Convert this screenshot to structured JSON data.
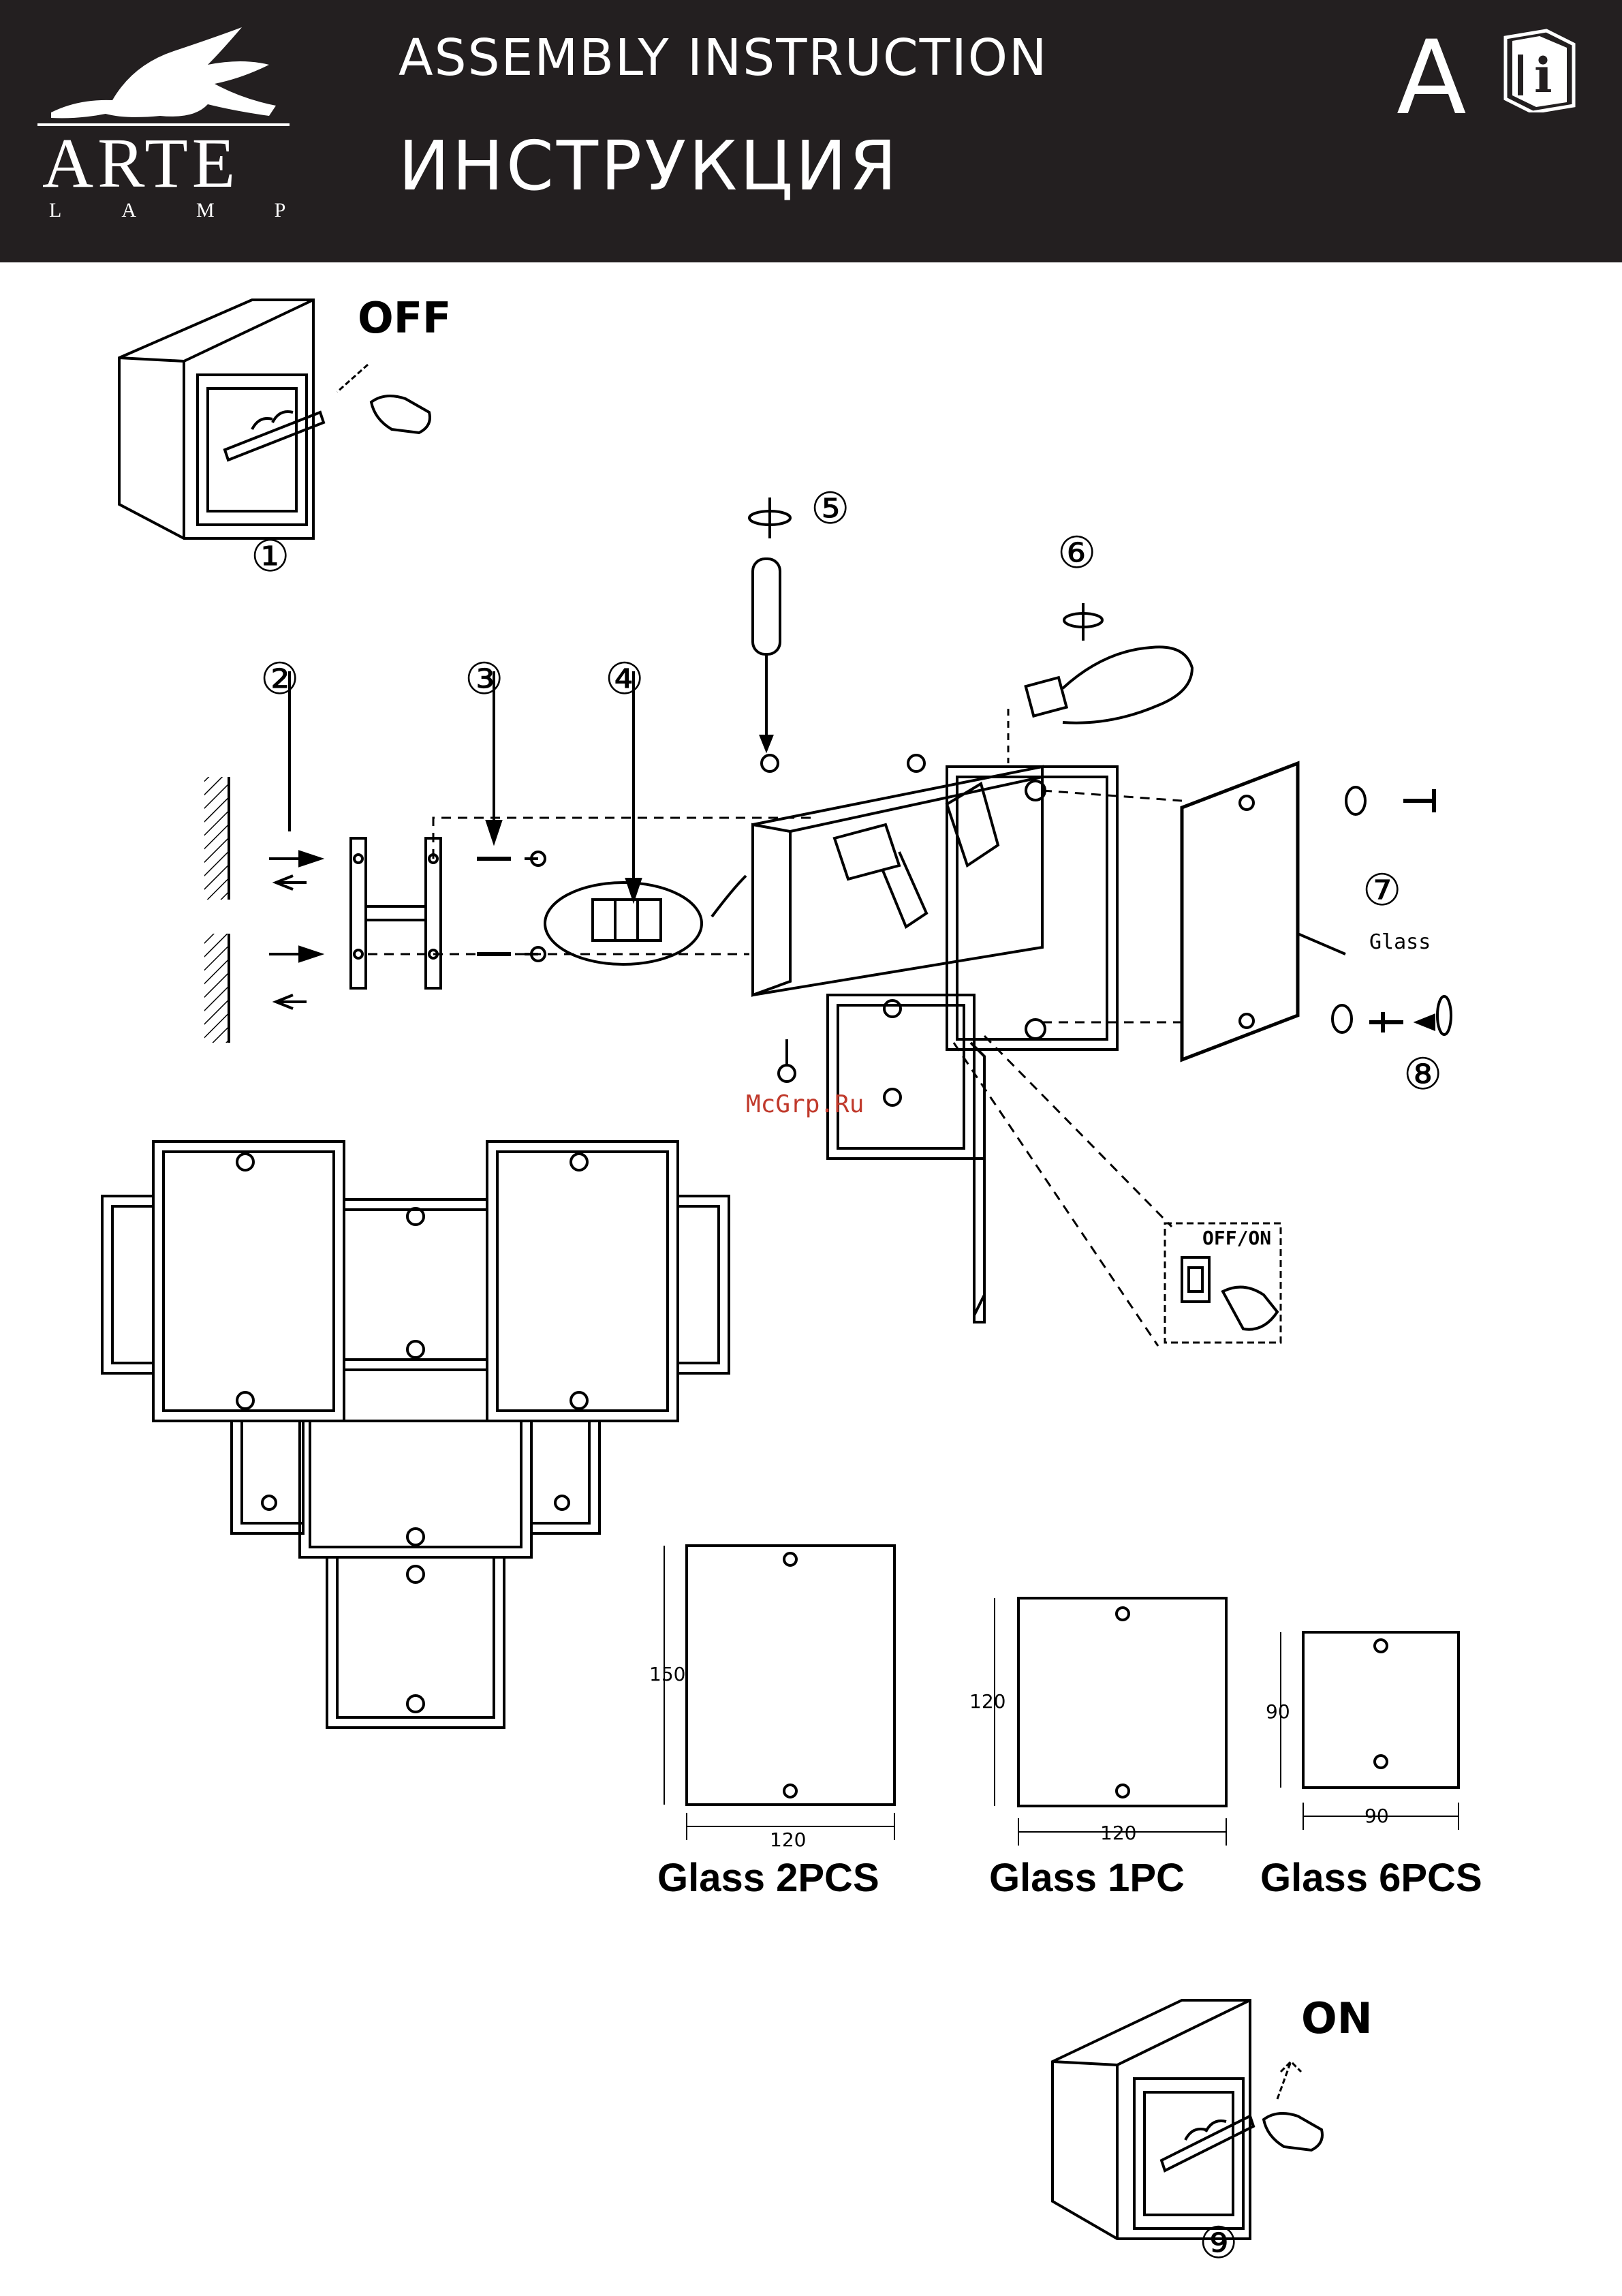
{
  "header": {
    "title_en": "ASSEMBLY  INSTRUCTION",
    "title_ru": "ИНСТРУКЦИЯ",
    "section_letter": "A",
    "brand": "ARTE",
    "brand_sub": "LAMP",
    "background": "#231f20"
  },
  "steps": {
    "s1": "①",
    "s2": "②",
    "s3": "③",
    "s4": "④",
    "s5": "⑤",
    "s6": "⑥",
    "s7": "⑦",
    "s8": "⑧",
    "s9": "⑨"
  },
  "switch": {
    "off_label": "OFF",
    "on_label": "ON",
    "offon_label": "OFF/ON"
  },
  "glass_label": "Glass",
  "watermark": "McGrp.Ru",
  "glass_panels": [
    {
      "height": "150",
      "width": "120",
      "caption": "Glass 2PCS"
    },
    {
      "height": "120",
      "width": "120",
      "caption": "Glass 1PC"
    },
    {
      "height": "90",
      "width": "90",
      "caption": "Glass 6PCS"
    }
  ],
  "icons": [
    "griffin-logo",
    "manual-info-icon",
    "screwdriver-icon",
    "bulb-icon",
    "hand-icon",
    "rotate-icon"
  ]
}
